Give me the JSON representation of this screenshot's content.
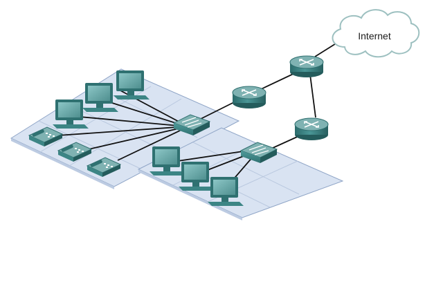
{
  "cloud": {
    "label": "Internet"
  },
  "colors": {
    "background": "#ffffff",
    "floor": "#d9e3f2",
    "floor_edge": "#8ea4c6",
    "device_body": "#3c8585",
    "device_dark": "#245c5c",
    "device_light": "#8dbdbd",
    "screen": "#5e9d9d",
    "link": "#111111",
    "cloud_fill": "#ffffff",
    "cloud_stroke": "#9dc0c0"
  },
  "devices": {
    "routers": 3,
    "switches": 2,
    "pcs_left_lan": 3,
    "ip_phones_left_lan": 3,
    "pcs_right_lan": 3
  }
}
